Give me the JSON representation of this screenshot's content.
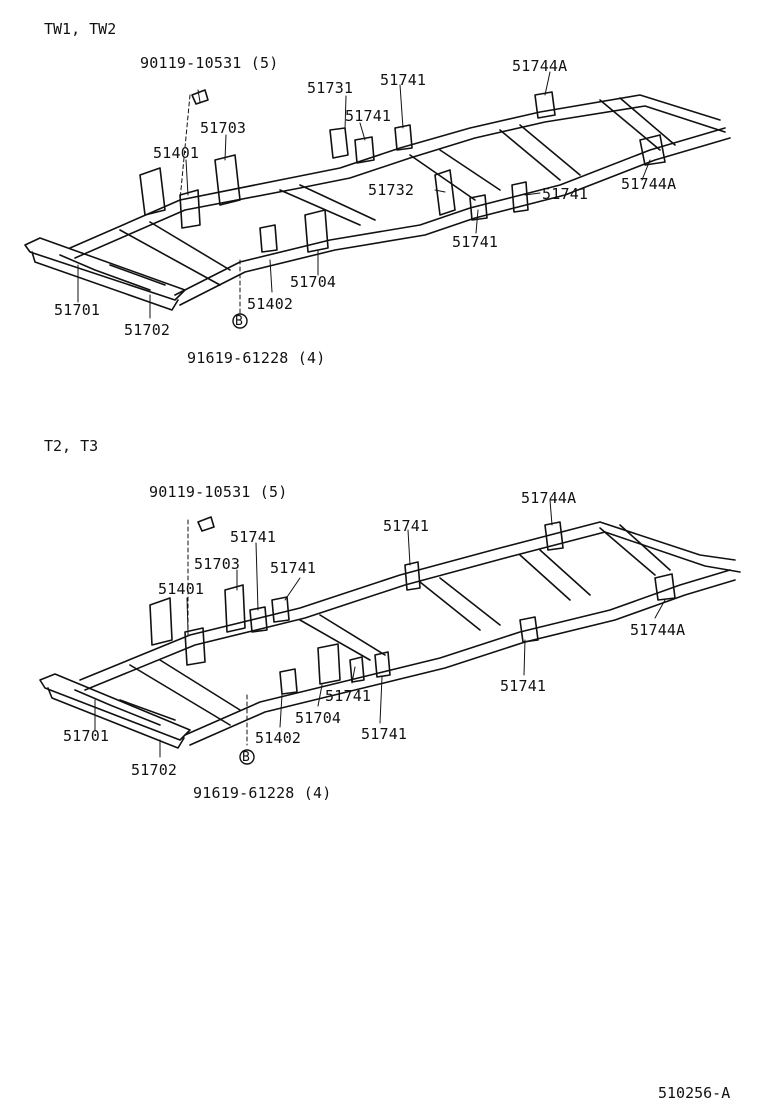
{
  "diagram": {
    "figure_code": "510256-A",
    "sections": [
      {
        "title": "TW1, TW2",
        "labels": {
          "bolt": "90119-10531 (5)",
          "p51731": "51731",
          "p51741_a": "51741",
          "p51741_b": "51741",
          "p51744a_top": "51744A",
          "p51703": "51703",
          "p51401": "51401",
          "p51732": "51732",
          "p51741_c": "51741",
          "p51744a_right": "51744A",
          "p51741_d": "51741",
          "p51704": "51704",
          "p51402": "51402",
          "p51701": "51701",
          "p51702": "51702",
          "marker_b": "B",
          "nut": "91619-61228 (4)"
        }
      },
      {
        "title": "T2, T3",
        "labels": {
          "bolt": "90119-10531 (5)",
          "p51744a_top": "51744A",
          "p51741_a": "51741",
          "p51741_b": "51741",
          "p51703": "51703",
          "p51741_c": "51741",
          "p51401": "51401",
          "p51744a_right": "51744A",
          "p51741_d": "51741",
          "p51741_e": "51741",
          "p51704": "51704",
          "p51741_f": "51741",
          "p51402": "51402",
          "p51701": "51701",
          "p51702": "51702",
          "marker_b": "B",
          "nut": "91619-61228 (4)"
        }
      }
    ]
  }
}
